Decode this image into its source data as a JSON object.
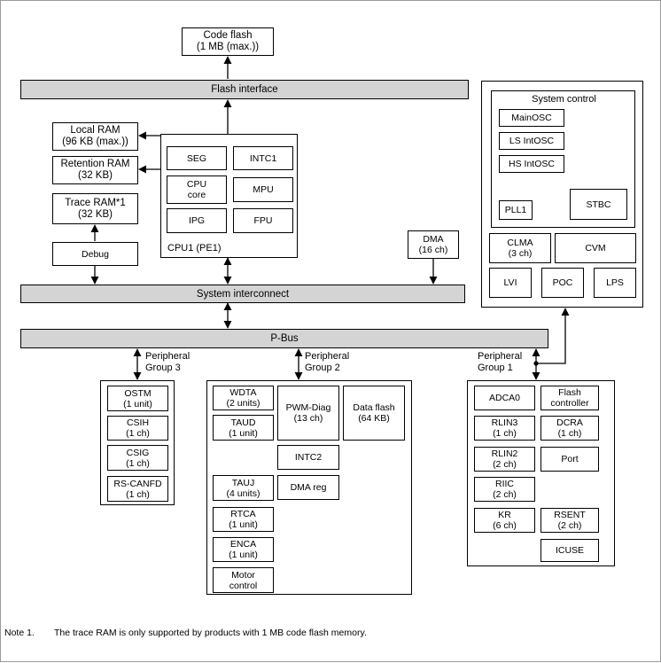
{
  "blocks": {
    "code_flash": "Code flash\n(1 MB (max.))",
    "local_ram": "Local RAM\n(96 KB (max.))",
    "retention_ram": "Retention RAM\n(32 KB)",
    "trace_ram": "Trace RAM*1\n(32 KB)",
    "debug": "Debug",
    "dma": "DMA\n(16 ch)"
  },
  "buses": {
    "flash_interface": "Flash interface",
    "system_interconnect": "System interconnect",
    "p_bus": "P-Bus"
  },
  "cpu": {
    "label": "CPU1 (PE1)",
    "seg": "SEG",
    "intc1": "INTC1",
    "cpu_core": "CPU\ncore",
    "mpu": "MPU",
    "ipg": "IPG",
    "fpu": "FPU"
  },
  "system_control": {
    "title": "System control",
    "mainosc": "MainOSC",
    "ls_intosc": "LS IntOSC",
    "hs_intosc": "HS IntOSC",
    "pll1": "PLL1",
    "stbc": "STBC",
    "clma": "CLMA\n(3 ch)",
    "cvm": "CVM",
    "lvi": "LVI",
    "poc": "POC",
    "lps": "LPS"
  },
  "group3": {
    "label": "Peripheral\nGroup 3",
    "ostm": "OSTM\n(1 unit)",
    "csih": "CSIH\n(1 ch)",
    "csig": "CSIG\n(1 ch)",
    "rs_canfd": "RS-CANFD\n(1 ch)"
  },
  "group2": {
    "label": "Peripheral\nGroup 2",
    "wdta": "WDTA\n(2 units)",
    "taud": "TAUD\n(1 unit)",
    "pwm_diag": "PWM-Diag\n(13 ch)",
    "data_flash": "Data flash\n(64 KB)",
    "intc2": "INTC2",
    "dma_reg": "DMA reg",
    "tauj": "TAUJ\n(4 units)",
    "rtca": "RTCA\n(1 unit)",
    "enca": "ENCA\n(1 unit)",
    "motor_control": "Motor\ncontrol"
  },
  "group1": {
    "label": "Peripheral\nGroup 1",
    "adca0": "ADCA0",
    "flash_controller": "Flash\ncontroller",
    "rlin3": "RLIN3\n(1 ch)",
    "dcra": "DCRA\n(1 ch)",
    "rlin2": "RLIN2\n(2 ch)",
    "port": "Port",
    "riic": "RIIC\n(2 ch)",
    "kr": "KR\n(6 ch)",
    "rsent": "RSENT\n(2 ch)",
    "icuse": "ICUSE"
  },
  "note": {
    "label": "Note 1.",
    "text": "The trace RAM is only supported by products with 1 MB code flash memory."
  }
}
